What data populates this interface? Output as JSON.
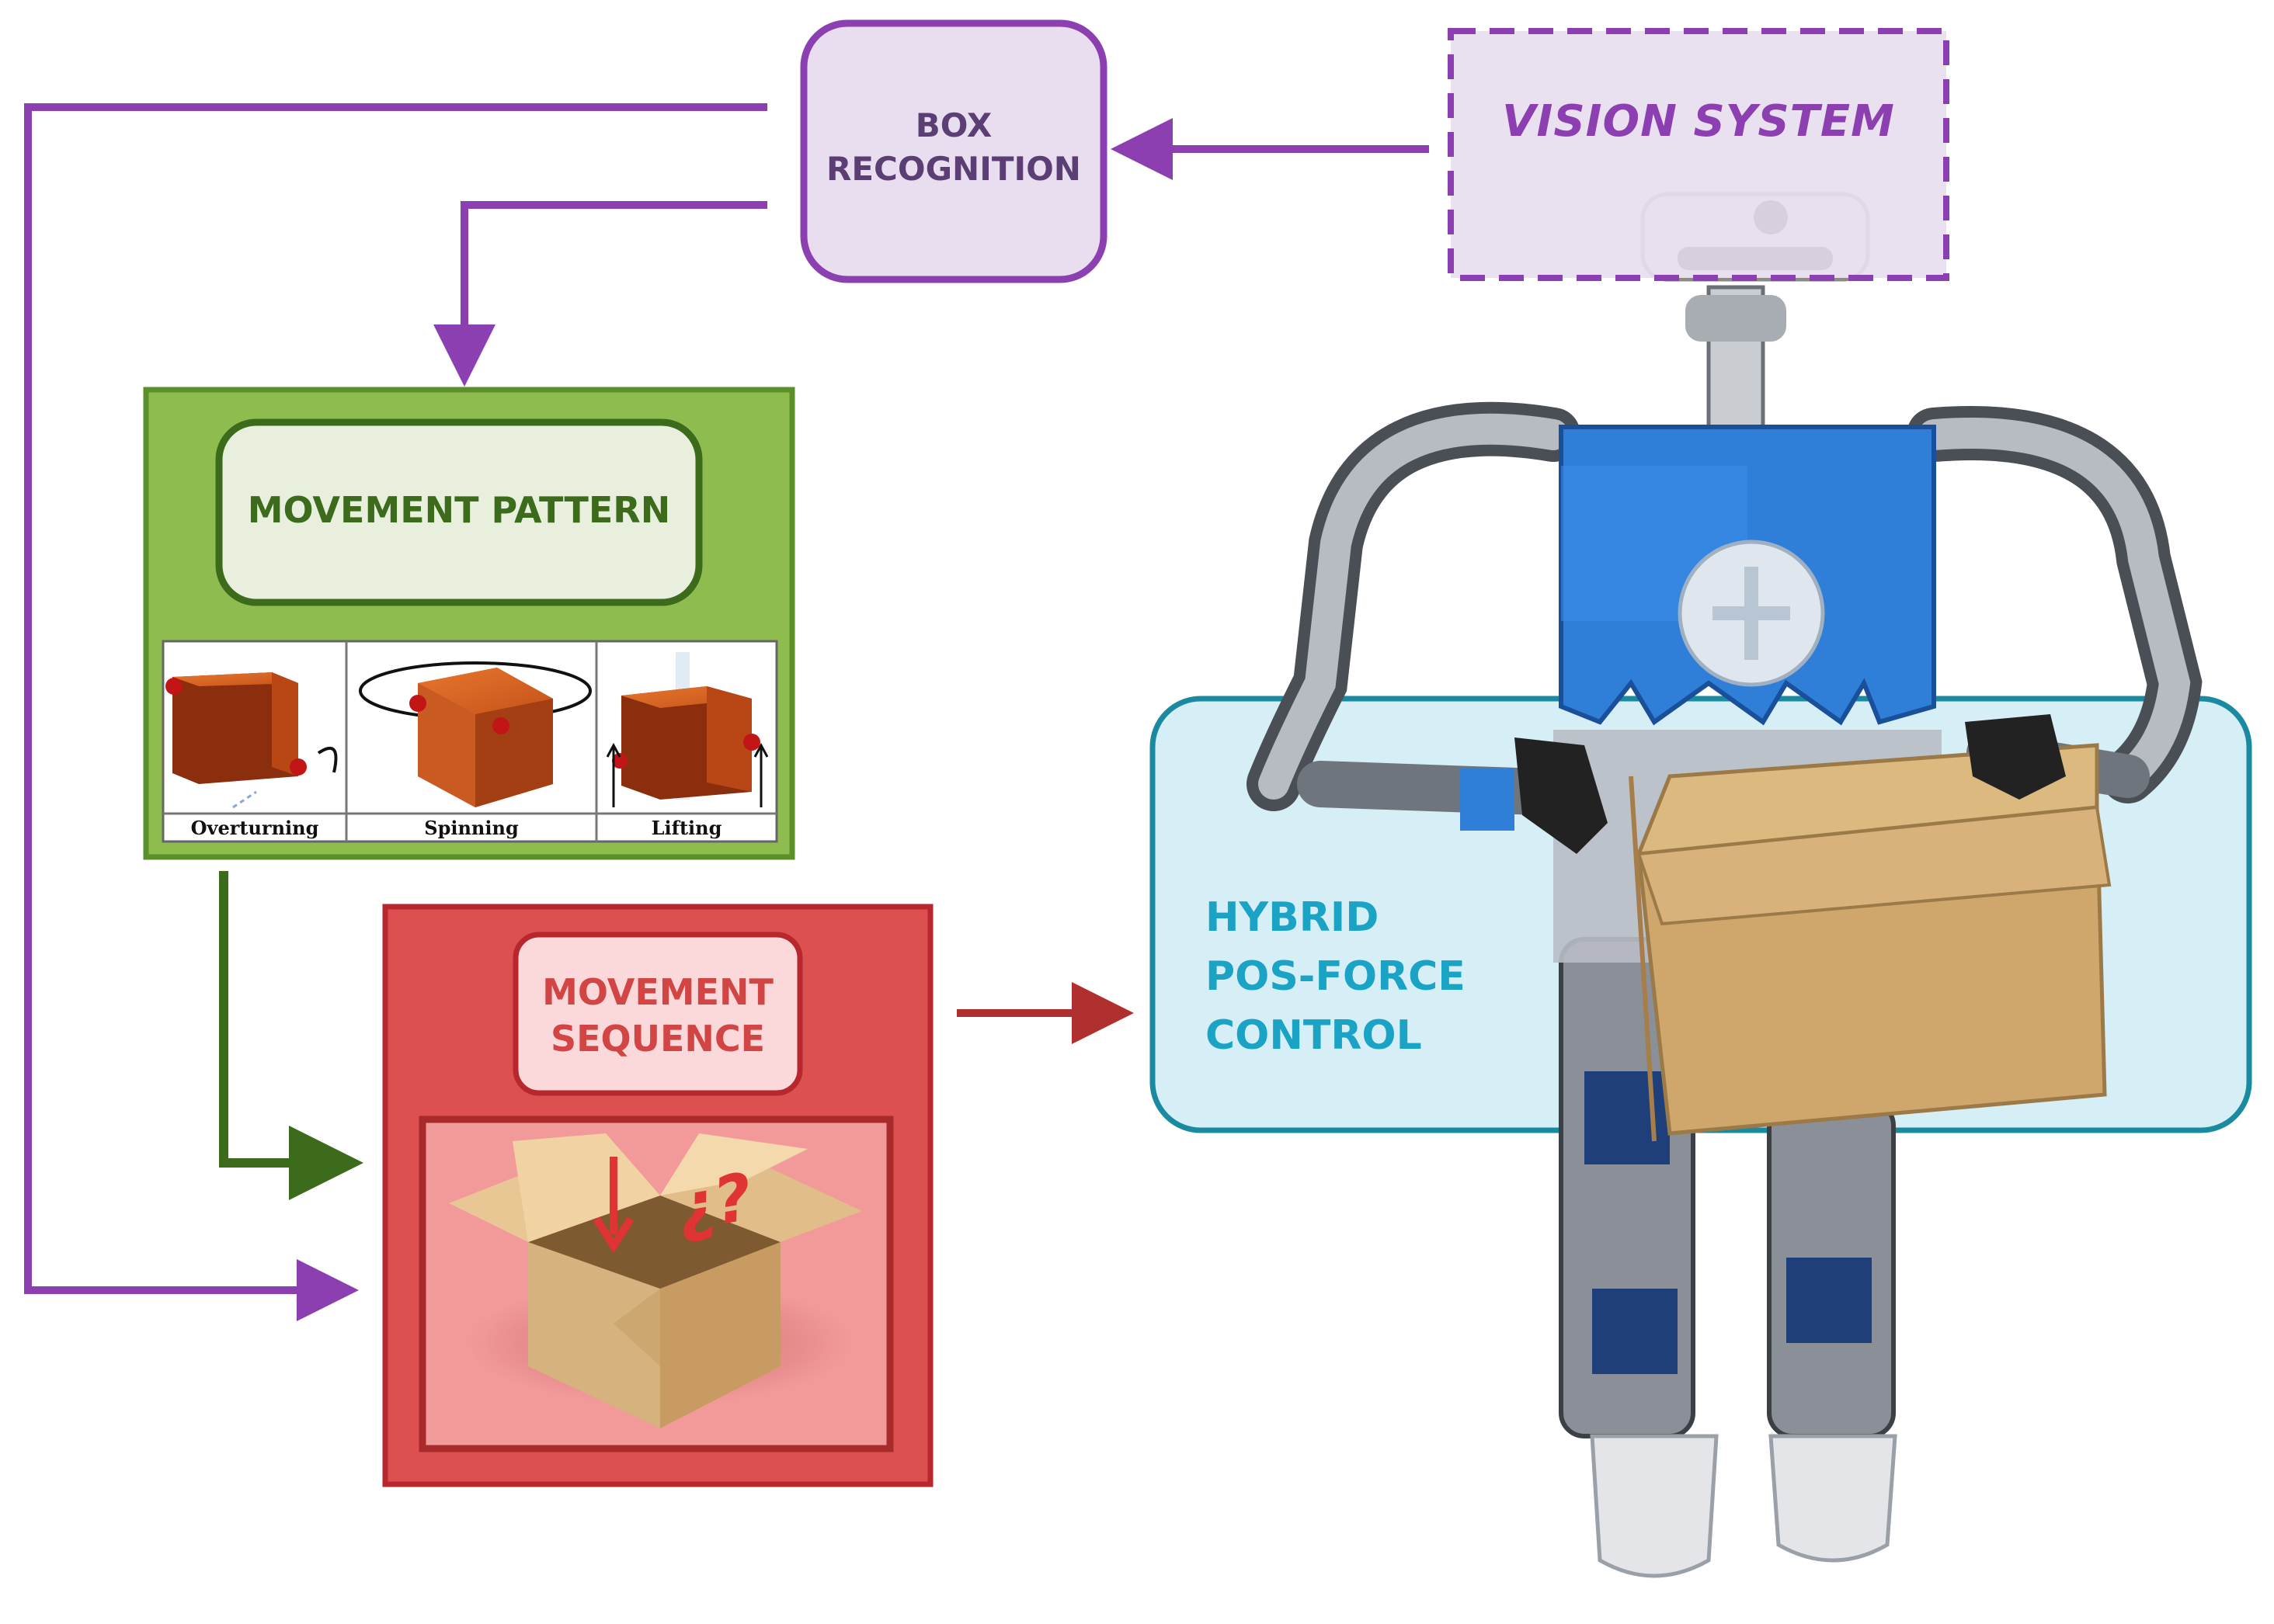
{
  "nodes": {
    "box_recognition": {
      "line1": "BOX",
      "line2": "RECOGNITION"
    },
    "vision_system": {
      "label": "VISION SYSTEM"
    },
    "movement_pattern": {
      "title": "MOVEMENT PATTERN",
      "patterns": [
        "Overturning",
        "Spinning",
        "Lifting"
      ]
    },
    "movement_sequence": {
      "line1": "MOVEMENT",
      "line2": "SEQUENCE",
      "question": "¿?"
    },
    "hybrid_control": {
      "line1": "HYBRID",
      "line2": "POS-FORCE",
      "line3": "CONTROL"
    }
  },
  "colors": {
    "purple": "#8c3fb0",
    "purple_fill": "#e8deef",
    "green_border": "#5a8f2a",
    "green_fill": "#8fbc4f",
    "green_dark": "#3d6b1c",
    "green_inner": "#e8f0dd",
    "red_border": "#b8262e",
    "red_fill": "#dd5050",
    "red_inner": "#f29a9a",
    "red_text": "#d24545",
    "pink_inner": "#fbd9da",
    "teal_border": "#1a8aa0",
    "teal_fill": "#d6eef6",
    "teal_text": "#1aa3c4",
    "box_orange": "#c94f12",
    "robot_blue": "#2f7fd8"
  }
}
